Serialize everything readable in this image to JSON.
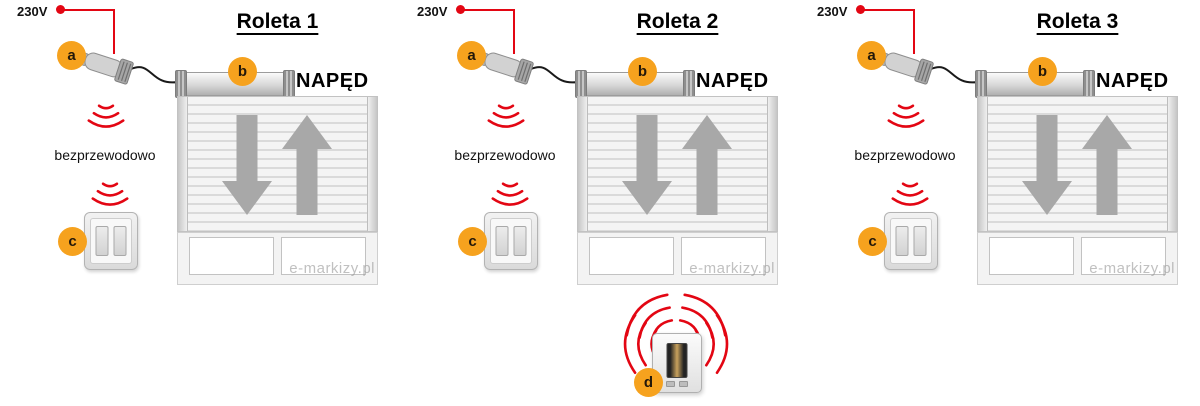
{
  "colors": {
    "accent_orange": "#F6A21E",
    "signal_red": "#E30613",
    "arrow_gray": "#A8A8A8"
  },
  "panels": [
    {
      "title": "Roleta 1",
      "voltage": "230V",
      "marker_a": "a",
      "marker_b": "b",
      "marker_c": "c",
      "wireless_label": "bezprzewodowo",
      "drive_label": "NAPĘD",
      "watermark": "e-markizy.pl"
    },
    {
      "title": "Roleta 2",
      "voltage": "230V",
      "marker_a": "a",
      "marker_b": "b",
      "marker_c": "c",
      "marker_d": "d",
      "wireless_label": "bezprzewodowo",
      "drive_label": "NAPĘD",
      "watermark": "e-markizy.pl"
    },
    {
      "title": "Roleta 3",
      "voltage": "230V",
      "marker_a": "a",
      "marker_b": "b",
      "marker_c": "c",
      "wireless_label": "bezprzewodowo",
      "drive_label": "NAPĘD",
      "watermark": "e-markizy.pl"
    }
  ]
}
